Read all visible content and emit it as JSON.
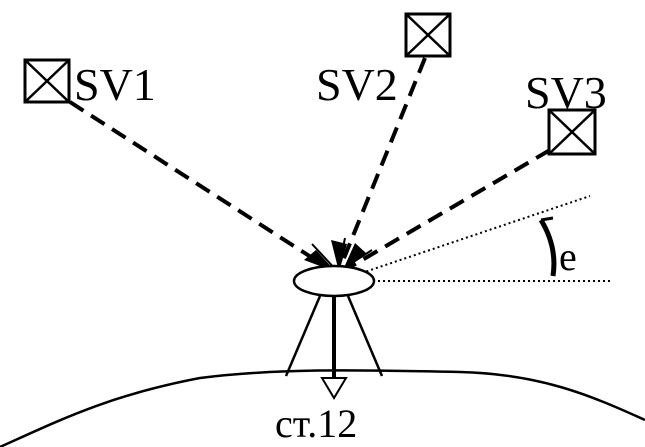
{
  "satellites": [
    {
      "label": "SV1"
    },
    {
      "label": "SV2"
    },
    {
      "label": "SV3"
    }
  ],
  "angle_label": "e",
  "station_label": "ст.12",
  "colors": {
    "ink": "#000000",
    "background": "#ffffff"
  }
}
